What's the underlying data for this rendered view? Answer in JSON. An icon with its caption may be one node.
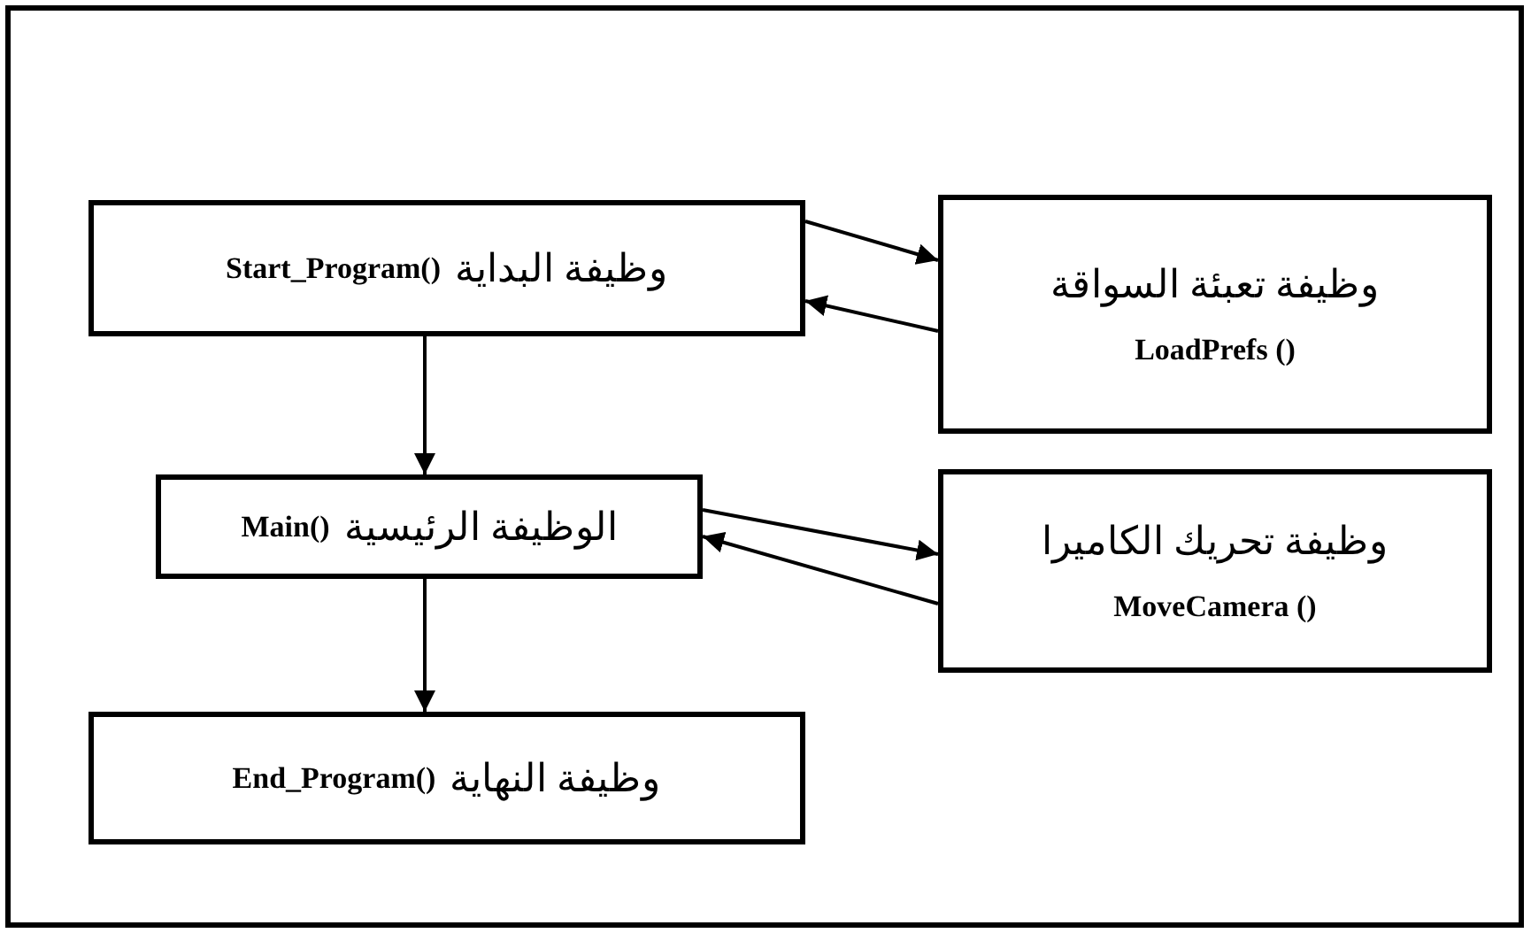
{
  "diagram": {
    "nodes": [
      {
        "text": [
          "وظيفة البداية",
          "Start_Program()"
        ]
      },
      {
        "text": [
          "وظيفة تعبئة السواقة",
          "LoadPrefs ()"
        ]
      },
      {
        "text": [
          "الوظيفة الرئيسية",
          "Main()"
        ]
      },
      {
        "text": [
          "وظيفة تحريك الكاميرا",
          "MoveCamera ()"
        ]
      },
      {
        "text": [
          "وظيفة النهاية",
          "End_Program()"
        ]
      }
    ],
    "edges": [
      {
        "from": 0,
        "to": 1,
        "arrow": "to"
      },
      {
        "from": 1,
        "to": 0,
        "arrow": "to"
      },
      {
        "from": 0,
        "to": 2,
        "arrow": "to"
      },
      {
        "from": 2,
        "to": 3,
        "arrow": "to"
      },
      {
        "from": 3,
        "to": 2,
        "arrow": "to"
      },
      {
        "from": 2,
        "to": 4,
        "arrow": "to"
      }
    ]
  }
}
